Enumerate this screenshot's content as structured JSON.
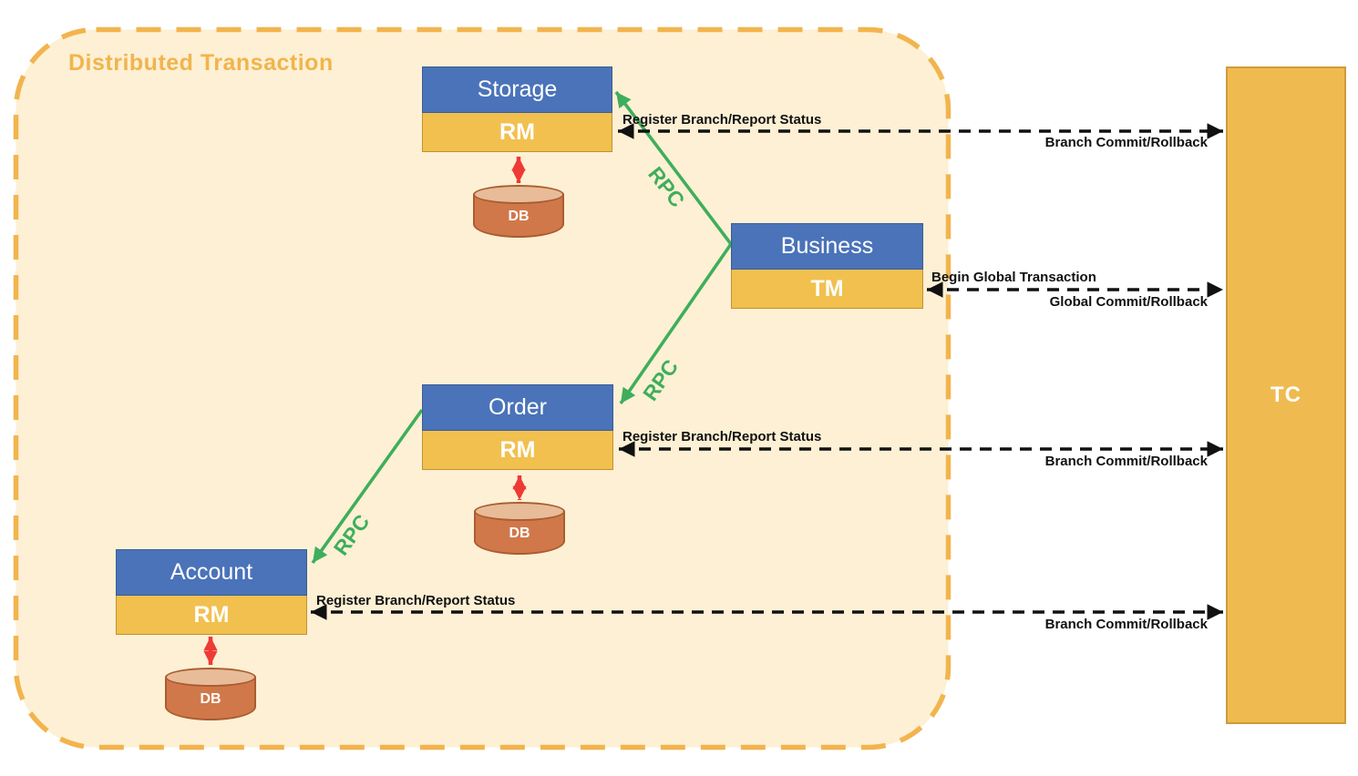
{
  "diagram": {
    "title": "Distributed Transaction",
    "services": [
      {
        "id": "storage",
        "name": "Storage",
        "role": "RM",
        "db_label": "DB"
      },
      {
        "id": "order",
        "name": "Order",
        "role": "RM",
        "db_label": "DB"
      },
      {
        "id": "account",
        "name": "Account",
        "role": "RM",
        "db_label": "DB"
      },
      {
        "id": "business",
        "name": "Business",
        "role": "TM"
      }
    ],
    "coordinator": {
      "label": "TC"
    },
    "rpc_labels": [
      "RPC",
      "RPC",
      "RPC"
    ],
    "arrows": {
      "storage_tc": {
        "top": "Register Branch/Report Status",
        "bottom": "Branch Commit/Rollback"
      },
      "business_tc": {
        "top": "Begin Global Transaction",
        "bottom": "Global Commit/Rollback"
      },
      "order_tc": {
        "top": "Register Branch/Report Status",
        "bottom": "Branch Commit/Rollback"
      },
      "account_tc": {
        "top": "Register Branch/Report Status",
        "bottom": "Branch Commit/Rollback"
      }
    },
    "colors": {
      "container_fill": "#fdf0d4",
      "container_dash": "#f2b44e",
      "service_header_blue": "#4a73b9",
      "resource_manager_yellow": "#f1c04f",
      "coordinator_yellow": "#efba50",
      "db_orange": "#d1784a",
      "db_top_orange": "#e8bc98",
      "rpc_green": "#3fae5c",
      "db_arrow_red": "#ee3a34",
      "tc_arrow_black": "#111111"
    }
  }
}
